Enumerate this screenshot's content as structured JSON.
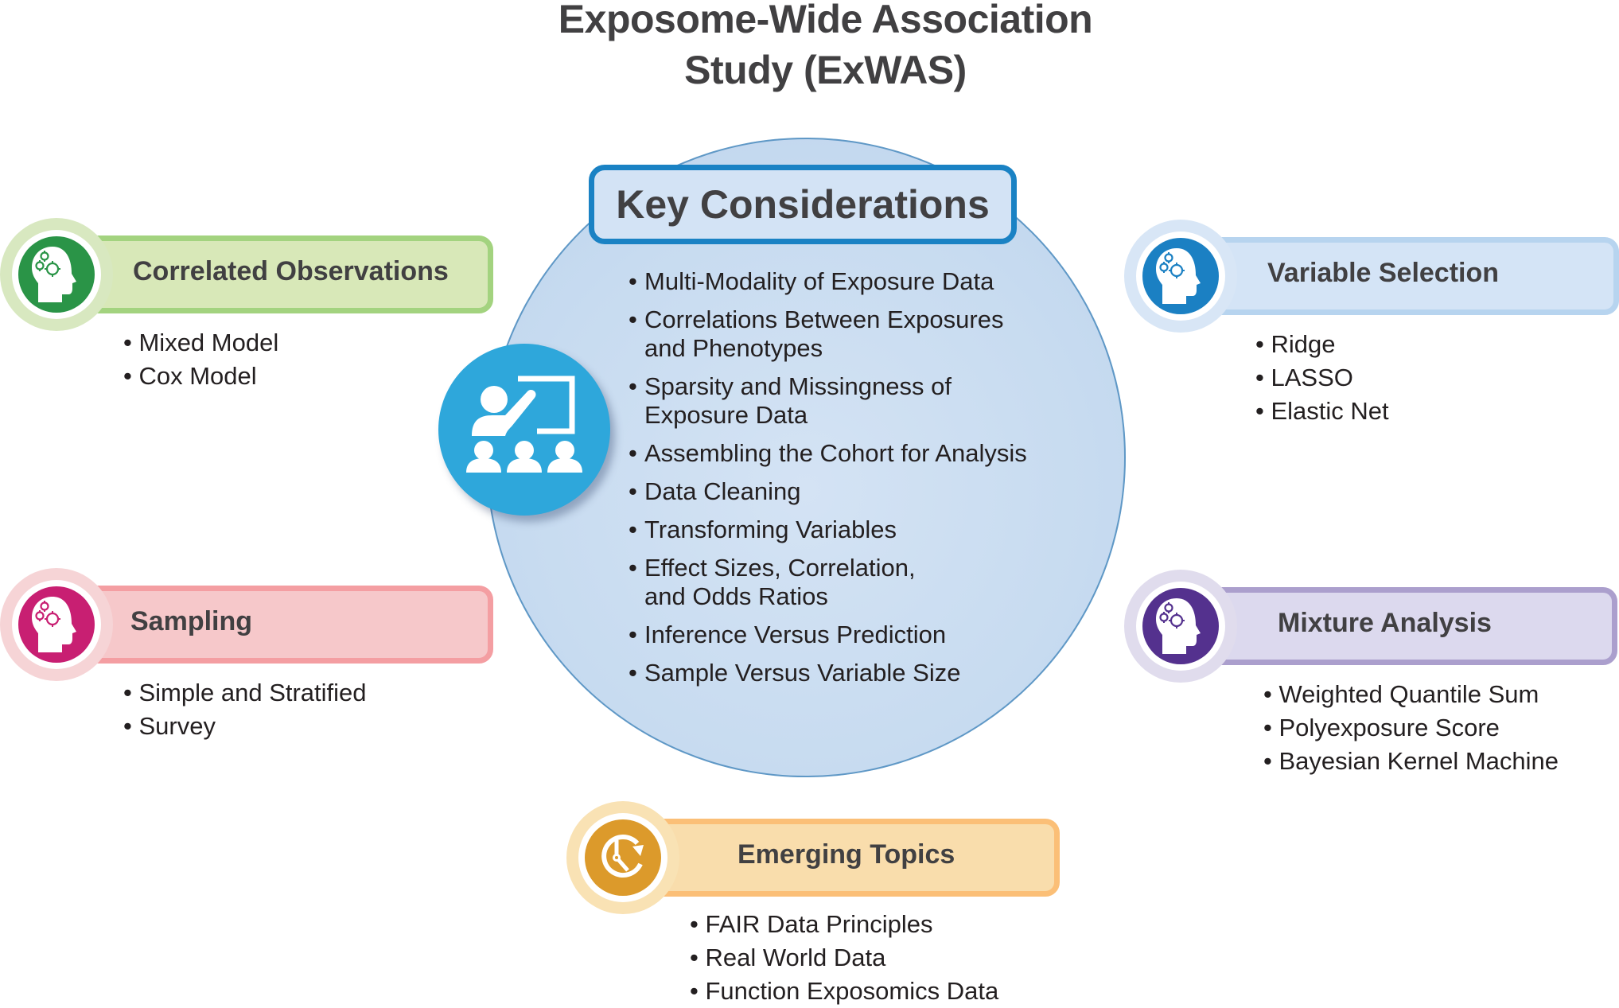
{
  "title": {
    "line1": "Exposome-Wide Association",
    "line2": "Study (ExWAS)"
  },
  "key_considerations": {
    "heading": "Key Considerations",
    "icon": "presentation-classroom-icon",
    "items": [
      {
        "line1": "Multi-Modality of Exposure Data",
        "line2": ""
      },
      {
        "line1": "Correlations Between Exposures",
        "line2": "and Phenotypes"
      },
      {
        "line1": "Sparsity and Missingness of",
        "line2": "Exposure Data"
      },
      {
        "line1": "Assembling the Cohort for Analysis",
        "line2": ""
      },
      {
        "line1": "Data Cleaning",
        "line2": ""
      },
      {
        "line1": "Transforming Variables",
        "line2": ""
      },
      {
        "line1": "Effect Sizes, Correlation,",
        "line2": "and Odds Ratios"
      },
      {
        "line1": "Inference Versus Prediction",
        "line2": ""
      },
      {
        "line1": "Sample Versus Variable Size",
        "line2": ""
      }
    ]
  },
  "categories": {
    "correlated": {
      "label": "Correlated Observations",
      "icon": "head-gears-icon",
      "colors": {
        "disc": "#2a9447",
        "ring": "#d8e8c0",
        "bar": "#d8e8b8",
        "border": "#a3d37f"
      },
      "items": [
        "Mixed Model",
        "Cox Model"
      ]
    },
    "variable": {
      "label": "Variable Selection",
      "icon": "head-gears-icon",
      "colors": {
        "disc": "#1b80c3",
        "ring": "#d8e6f6",
        "bar": "#d4e4f6",
        "border": "#b7d4ef"
      },
      "items": [
        "Ridge",
        "LASSO",
        "Elastic Net"
      ]
    },
    "sampling": {
      "label": "Sampling",
      "icon": "head-gears-icon",
      "colors": {
        "disc": "#c81f72",
        "ring": "#f6d4d6",
        "bar": "#f6c8ca",
        "border": "#f49ea2"
      },
      "items": [
        "Simple and Stratified",
        "Survey"
      ]
    },
    "mixture": {
      "label": "Mixture Analysis",
      "icon": "head-gears-icon",
      "colors": {
        "disc": "#54318e",
        "ring": "#e0dced",
        "bar": "#dcd9ee",
        "border": "#ab9fcd"
      },
      "items": [
        "Weighted Quantile Sum",
        "Polyexposure Score",
        "Bayesian Kernel Machine"
      ]
    },
    "emerging": {
      "label": "Emerging Topics",
      "icon": "clock-refresh-icon",
      "colors": {
        "disc": "#dc9a2b",
        "ring": "#f9e2b4",
        "bar": "#f9ddac",
        "border": "#fbbf77"
      },
      "items": [
        "FAIR Data Principles",
        "Real World Data",
        "Function Exposomics Data"
      ]
    }
  },
  "bullet": "•"
}
